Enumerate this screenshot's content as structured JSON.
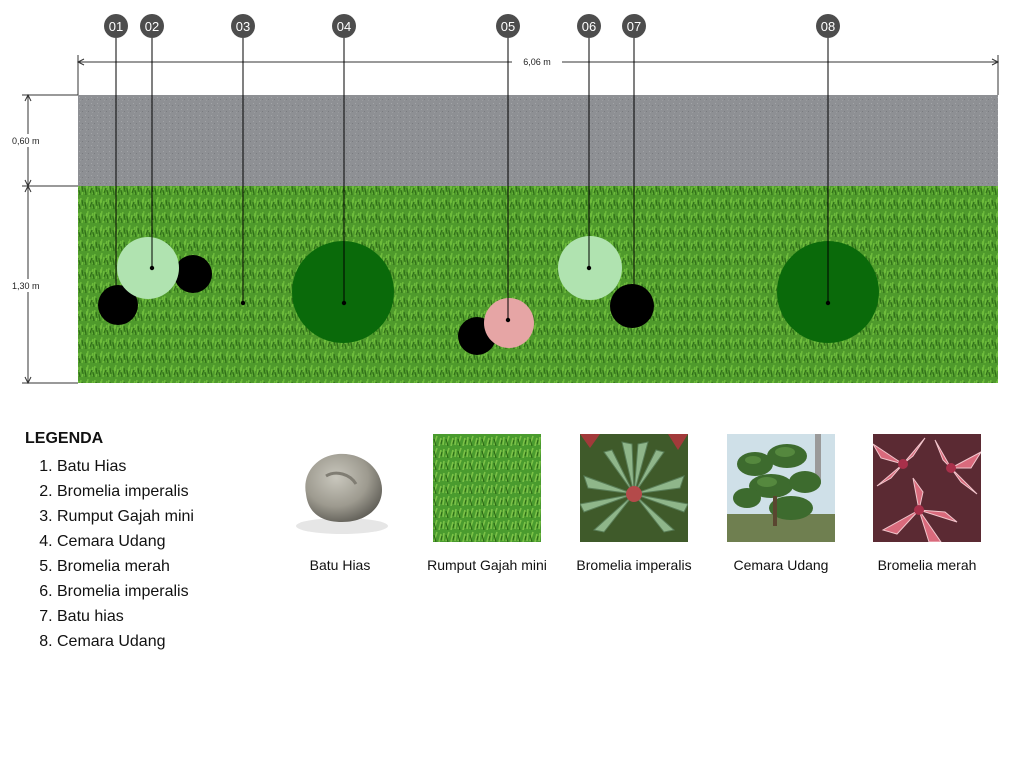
{
  "plan": {
    "width_label": "6,06 m",
    "path_height_label": "0,60 m",
    "lawn_height_label": "1,30 m",
    "markers": [
      {
        "number": "01",
        "element": "Batu Hias"
      },
      {
        "number": "02",
        "element": "Bromelia imperalis"
      },
      {
        "number": "03",
        "element": "Rumput Gajah mini"
      },
      {
        "number": "04",
        "element": "Cemara Udang"
      },
      {
        "number": "05",
        "element": "Bromelia merah"
      },
      {
        "number": "06",
        "element": "Bromelia imperalis"
      },
      {
        "number": "07",
        "element": "Batu hias"
      },
      {
        "number": "08",
        "element": "Cemara Udang"
      }
    ],
    "colors": {
      "path": "#8e9094",
      "lawn": "#4f9a2c",
      "stone": "#000000",
      "bromelia_imperalis": "#b0e3b0",
      "bromelia_merah": "#e6a5a5",
      "cemara_udang": "#0a6a0a",
      "marker": "#4d4d4d"
    }
  },
  "legend": {
    "title": "LEGENDA",
    "items": [
      "Batu Hias",
      "Bromelia imperalis",
      "Rumput Gajah mini",
      "Cemara Udang",
      "Bromelia merah",
      "Bromelia imperalis",
      "Batu hias",
      "Cemara Udang"
    ]
  },
  "samples": [
    {
      "label": "Batu Hias",
      "icon": "stone-photo"
    },
    {
      "label": "Rumput Gajah mini",
      "icon": "grass-photo"
    },
    {
      "label": "Bromelia imperalis",
      "icon": "bromelia-imperalis-photo"
    },
    {
      "label": "Cemara Udang",
      "icon": "cemara-udang-photo"
    },
    {
      "label": "Bromelia merah",
      "icon": "bromelia-merah-photo"
    }
  ]
}
